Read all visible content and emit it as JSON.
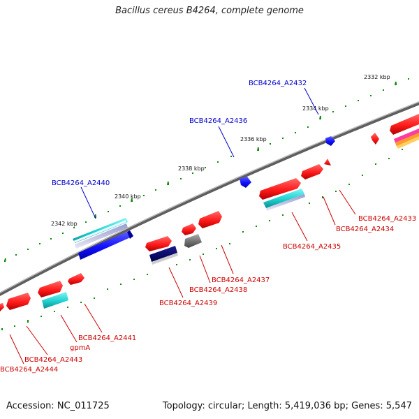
{
  "title": "Bacillus cereus B4264, complete genome",
  "footer": {
    "accession": "Accession: NC_011725",
    "summary": "Topology: circular; Length: 5,419,036 bp; Genes: 5,547"
  },
  "colors": {
    "forward_label": "#0000cc",
    "reverse_label": "#cc0000",
    "leader_forward": "#0000cc",
    "leader_reverse": "#cc0000",
    "backbone": "#7a7a7a",
    "tick": "#118811"
  },
  "ticks": [
    "2332 kbp",
    "2334 kbp",
    "2336 kbp",
    "2338 kbp",
    "2340 kbp",
    "2342 kbp"
  ],
  "genes_forward": [
    "BCB4264_A2432",
    "BCB4264_A2436",
    "BCB4264_A2440"
  ],
  "genes_reverse": [
    "BCB4264_A2433",
    "BCB4264_A2434",
    "BCB4264_A2435",
    "BCB4264_A2437",
    "BCB4264_A2438",
    "BCB4264_A2439",
    "BCB4264_A2441",
    "gpmA",
    "BCB4264_A2443",
    "BCB4264_A2444"
  ]
}
